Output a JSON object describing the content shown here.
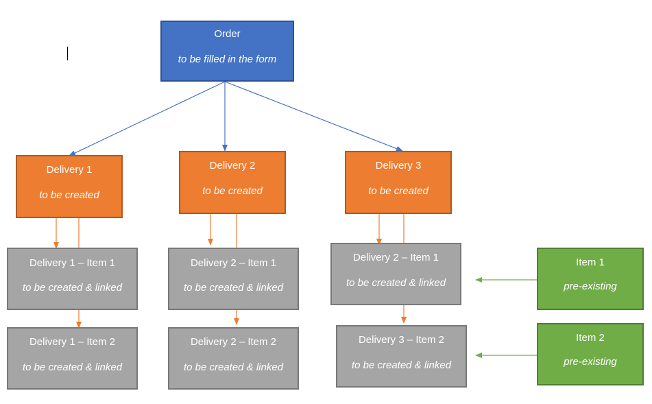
{
  "order": {
    "title": "Order",
    "subtitle": "to be filled in the form"
  },
  "deliveries": [
    {
      "title": "Delivery 1",
      "subtitle": "to be created"
    },
    {
      "title": "Delivery 2",
      "subtitle": "to be created"
    },
    {
      "title": "Delivery 3",
      "subtitle": "to be created"
    }
  ],
  "items": [
    {
      "title": "Delivery 1 – Item 1",
      "subtitle": "to be created & linked"
    },
    {
      "title": "Delivery 1 – Item 2",
      "subtitle": "to be created & linked"
    },
    {
      "title": "Delivery 2 – Item 1",
      "subtitle": "to be created & linked"
    },
    {
      "title": "Delivery 2 – Item 2",
      "subtitle": "to be created & linked"
    },
    {
      "title": "Delivery 2 – Item 1",
      "subtitle": "to be created & linked"
    },
    {
      "title": "Delivery 3 – Item 2",
      "subtitle": "to be created & linked"
    }
  ],
  "existing_items": [
    {
      "title": "Item 1",
      "subtitle": "pre-existing"
    },
    {
      "title": "Item 2",
      "subtitle": "pre-existing"
    }
  ],
  "colors": {
    "order": "#4472c4",
    "delivery": "#ed7d31",
    "item": "#a5a5a5",
    "existing": "#70ad47"
  }
}
